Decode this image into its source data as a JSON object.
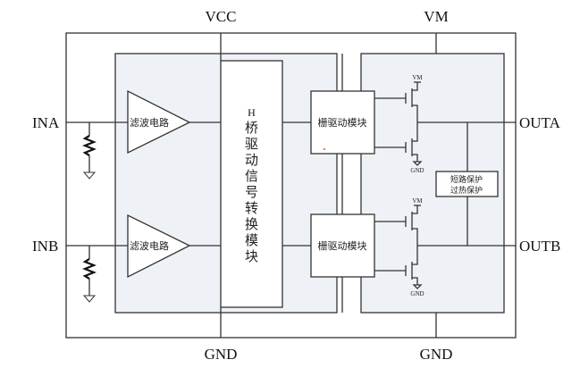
{
  "labels": {
    "vcc": "VCC",
    "vm": "VM",
    "gnd_left": "GND",
    "gnd_right": "GND",
    "ina": "INA",
    "inb": "INB",
    "outa": "OUTA",
    "outb": "OUTB"
  },
  "blocks": {
    "filter_a": "滤波电路",
    "filter_b": "滤波电路",
    "hbridge_chars": [
      "H",
      "桥",
      "驱",
      "动",
      "信",
      "号",
      "转",
      "换",
      "模",
      "块"
    ],
    "gate_driver_a": "栅驱动模块",
    "gate_driver_b": "栅驱动模块",
    "protection_line1": "短路保护",
    "protection_line2": "过热保护"
  },
  "mosfet_labels": {
    "a_top": "VM",
    "a_bottom": "GND",
    "b_top": "VM",
    "b_bottom": "GND"
  },
  "colors": {
    "panel_fill": "#eef1f6",
    "line": "#333333"
  }
}
